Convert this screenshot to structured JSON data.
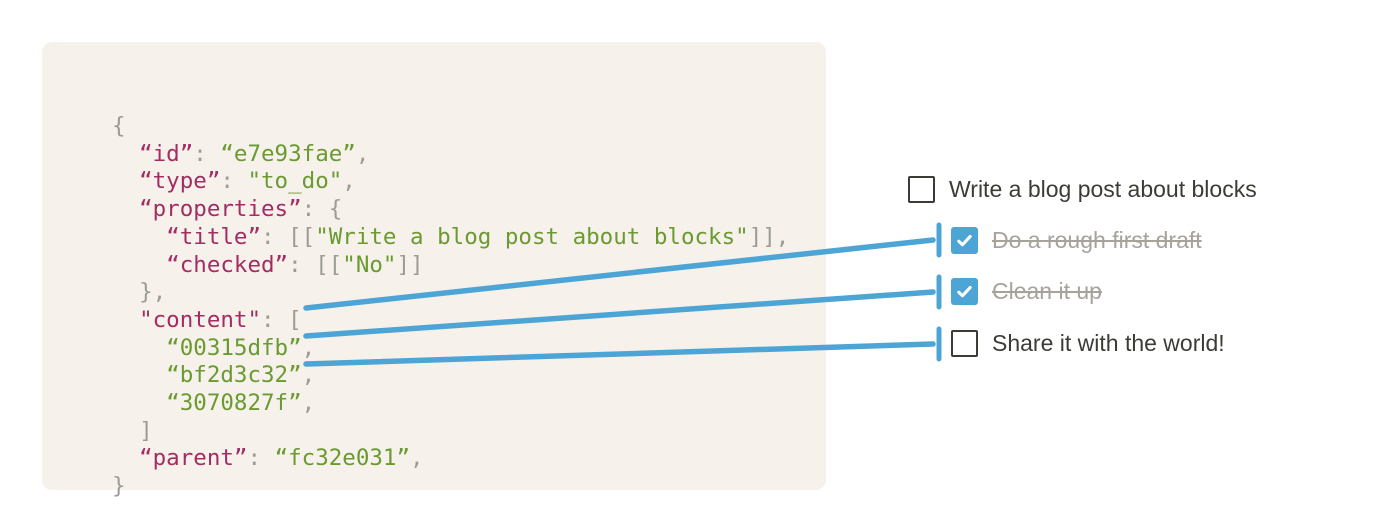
{
  "colors": {
    "box_bg": "#F6F2EB",
    "code_key": "#A32D63",
    "code_value": "#6A9A30",
    "code_punctuation": "#9C9C94",
    "connector_blue": "#4DA5D6",
    "checkbox_checked_bg": "#4DA5D6",
    "checkbox_border": "#3C3C36",
    "text_dark": "#3C3C36",
    "text_done_gray": "#A6A39C"
  },
  "code_block": {
    "lines": [
      [
        {
          "t": "{",
          "c": "p"
        }
      ],
      [
        {
          "t": "  ",
          "c": "p"
        },
        {
          "t": "“id”",
          "c": "k"
        },
        {
          "t": ": ",
          "c": "p"
        },
        {
          "t": "“e7e93fae”",
          "c": "v"
        },
        {
          "t": ",",
          "c": "p"
        }
      ],
      [
        {
          "t": "  ",
          "c": "p"
        },
        {
          "t": "“type”",
          "c": "k"
        },
        {
          "t": ": ",
          "c": "p"
        },
        {
          "t": "\"to_do\"",
          "c": "v"
        },
        {
          "t": ",",
          "c": "p"
        }
      ],
      [
        {
          "t": "  ",
          "c": "p"
        },
        {
          "t": "“properties”",
          "c": "k"
        },
        {
          "t": ": {",
          "c": "p"
        }
      ],
      [
        {
          "t": "    ",
          "c": "p"
        },
        {
          "t": "“title”",
          "c": "k"
        },
        {
          "t": ": [[",
          "c": "p"
        },
        {
          "t": "\"Write a blog post about blocks\"",
          "c": "v"
        },
        {
          "t": "]],",
          "c": "p"
        }
      ],
      [
        {
          "t": "    ",
          "c": "p"
        },
        {
          "t": "“checked”",
          "c": "k"
        },
        {
          "t": ": [[",
          "c": "p"
        },
        {
          "t": "\"No\"",
          "c": "v"
        },
        {
          "t": "]]",
          "c": "p"
        }
      ],
      [
        {
          "t": "  },",
          "c": "p"
        }
      ],
      [
        {
          "t": "  ",
          "c": "p"
        },
        {
          "t": "\"content\"",
          "c": "k"
        },
        {
          "t": ": [",
          "c": "p"
        }
      ],
      [
        {
          "t": "    ",
          "c": "p"
        },
        {
          "t": "“00315dfb”",
          "c": "v"
        },
        {
          "t": ",",
          "c": "p"
        }
      ],
      [
        {
          "t": "    ",
          "c": "p"
        },
        {
          "t": "“bf2d3c32”",
          "c": "v"
        },
        {
          "t": ",",
          "c": "p"
        }
      ],
      [
        {
          "t": "    ",
          "c": "p"
        },
        {
          "t": "“3070827f”",
          "c": "v"
        },
        {
          "t": ",",
          "c": "p"
        }
      ],
      [
        {
          "t": "  ]",
          "c": "p"
        }
      ],
      [
        {
          "t": "  ",
          "c": "p"
        },
        {
          "t": "“parent”",
          "c": "k"
        },
        {
          "t": ": ",
          "c": "p"
        },
        {
          "t": "“fc32e031”",
          "c": "v"
        },
        {
          "t": ",",
          "c": "p"
        }
      ],
      [
        {
          "t": "}",
          "c": "p"
        }
      ]
    ]
  },
  "todo_list": {
    "items": [
      {
        "label": "Write a blog post about blocks",
        "checked": false,
        "indented": false
      },
      {
        "label": "Do a rough first draft",
        "checked": true,
        "indented": true
      },
      {
        "label": "Clean it up",
        "checked": true,
        "indented": true
      },
      {
        "label": "Share it with the world!",
        "checked": false,
        "indented": true
      }
    ]
  },
  "connectors": [
    {
      "from_content_id": "00315dfb",
      "to_item_label": "Do a rough first draft"
    },
    {
      "from_content_id": "bf2d3c32",
      "to_item_label": "Clean it up"
    },
    {
      "from_content_id": "3070827f",
      "to_item_label": "Share it with the world!"
    }
  ]
}
